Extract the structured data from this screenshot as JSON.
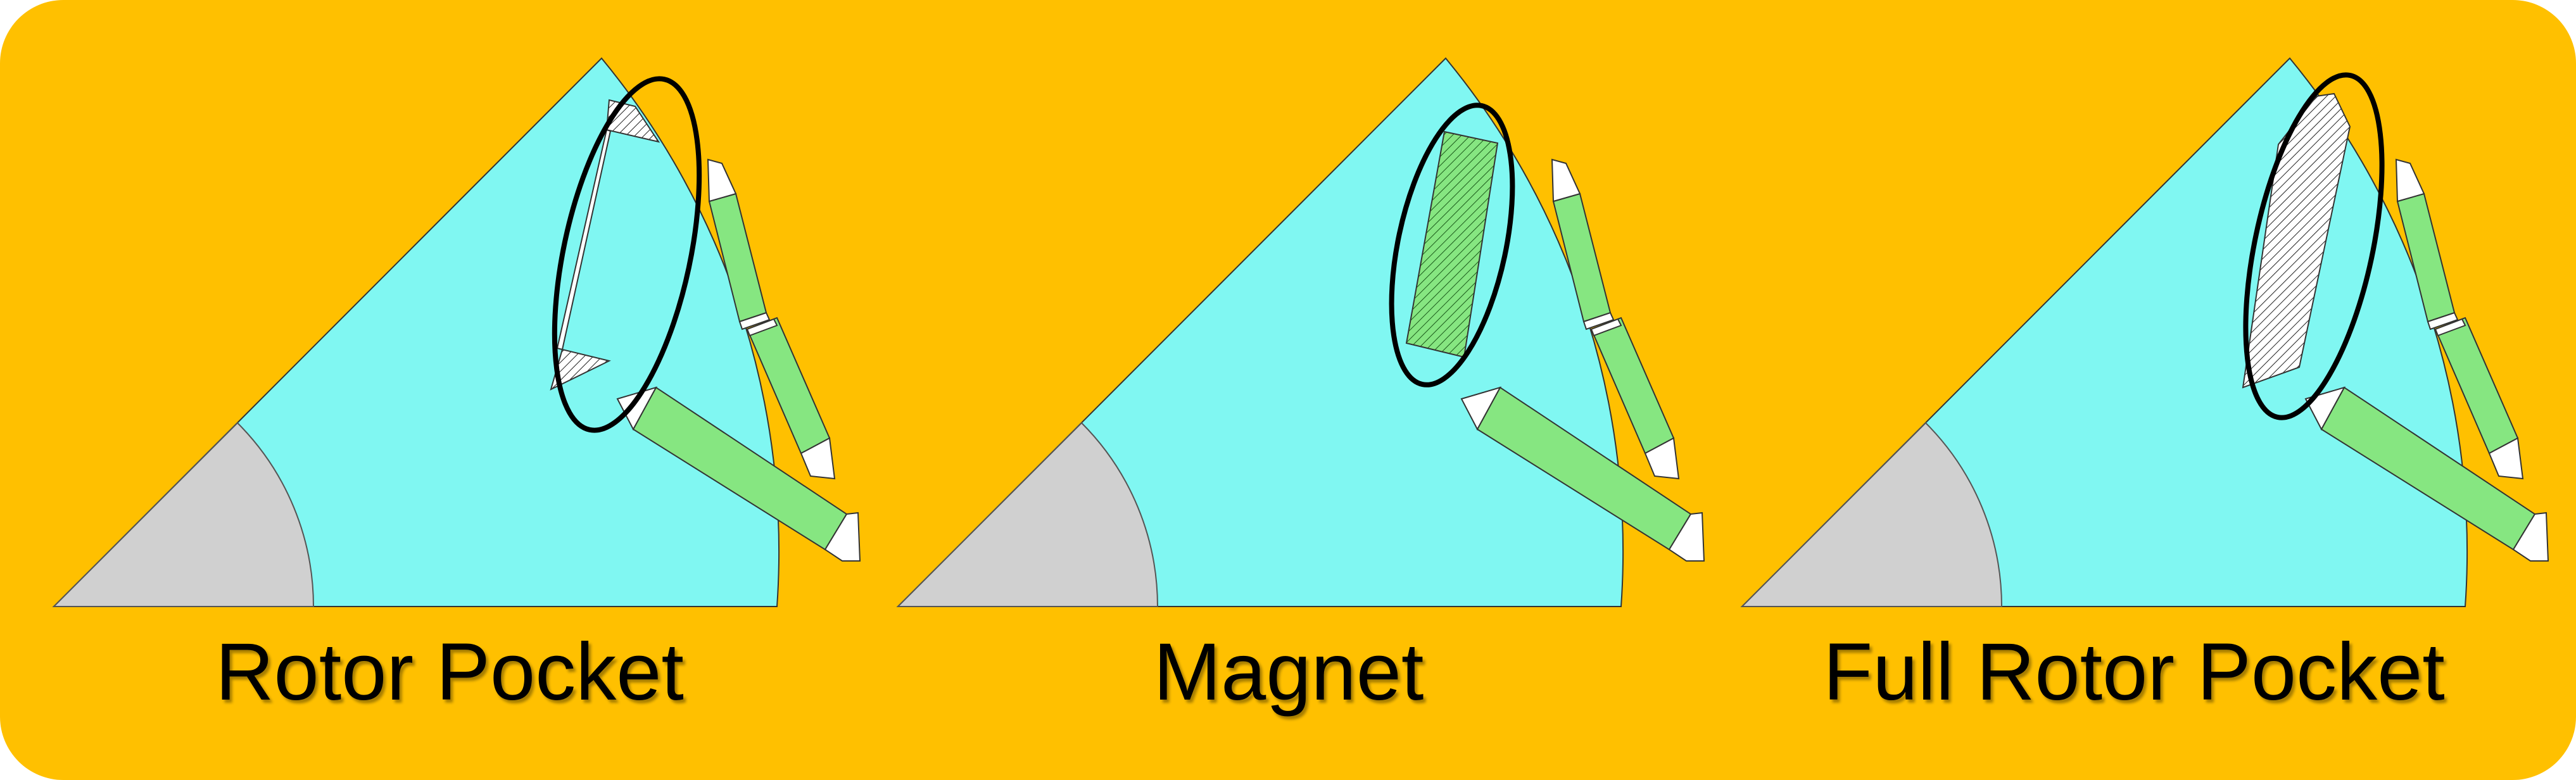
{
  "colors": {
    "background": "#FFC000",
    "rotor_body": "#80F7F2",
    "shaft": "#D0D0D0",
    "magnet": "#86E681",
    "pocket": "#FFFFFF",
    "outline": "#000000"
  },
  "panels": [
    {
      "caption": "Rotor Pocket"
    },
    {
      "caption": "Magnet"
    },
    {
      "caption": "Full Rotor Pocket"
    }
  ]
}
